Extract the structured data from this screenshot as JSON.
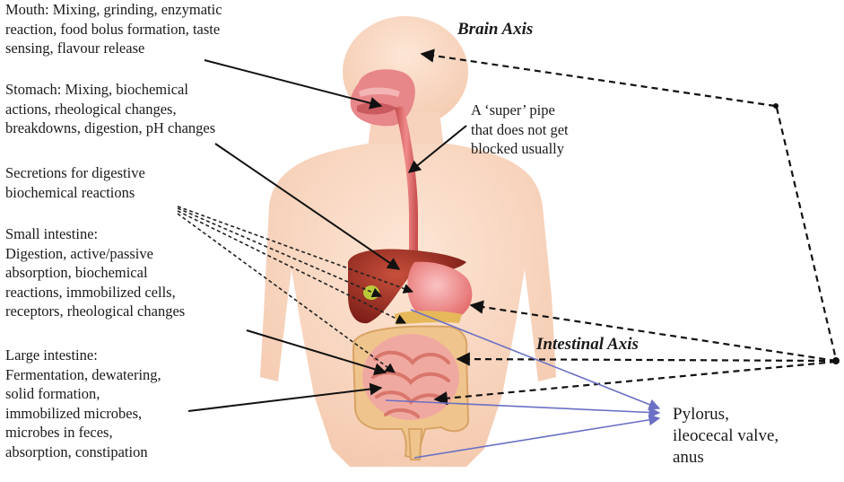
{
  "labels": {
    "mouth": [
      "Mouth: Mixing, grinding, enzymatic",
      "reaction, food bolus formation, taste",
      "sensing, flavour release"
    ],
    "stomach": [
      "Stomach: Mixing, biochemical",
      "actions, rheological changes,",
      "breakdowns, digestion, pH changes"
    ],
    "secretions": [
      "Secretions for digestive",
      "biochemical reactions"
    ],
    "small_intestine": [
      "Small intestine:",
      "Digestion, active/passive",
      "absorption, biochemical",
      "reactions, immobilized cells,",
      "receptors, rheological changes"
    ],
    "large_intestine": [
      "Large intestine:",
      "Fermentation, dewatering,",
      "solid formation,",
      "immobilized microbes,",
      "microbes in feces,",
      "absorption, constipation"
    ],
    "pipe": [
      "A ‘super’ pipe",
      "that does not get",
      "blocked usually"
    ],
    "sphincters": [
      "Pylorus,",
      "ileocecal valve,",
      "anus"
    ]
  },
  "axes": {
    "brain": "Brain Axis",
    "intestinal": "Intestinal Axis"
  },
  "colors": {
    "skin": "#f8d9c4",
    "liver": "#9b2c22",
    "stomach": "#f08a8a",
    "intestine": "#f2b2a8",
    "colon": "#f0c68c",
    "blue_arrow": "#6a70c4",
    "black_arrow": "#111111"
  }
}
